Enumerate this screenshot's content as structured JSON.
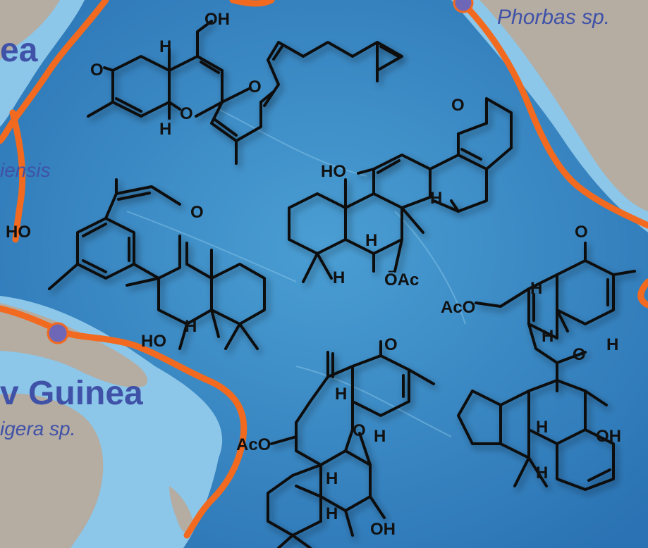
{
  "colors": {
    "ocean_deep": "#2f7fc0",
    "ocean_light": "#6fb3dd",
    "shelf": "#9fd0ec",
    "land": "#b7aea4",
    "plate_boundary": "#f26a1f",
    "location_dot": "#6e67b8",
    "label_blue": "#3f52a8",
    "bond": "#111111"
  },
  "map_labels": {
    "region_partial_top": "ea",
    "species_top_right": "Phorbas sp.",
    "species_left_partial": "iensis",
    "region_bottom_left": "v Guinea",
    "species_bottom_left": "igera sp."
  },
  "atom_labels": {
    "m1": [
      "OH",
      "H",
      "O",
      "O",
      "O",
      "H"
    ],
    "m2": [
      "O",
      "HO",
      "H",
      "H",
      "H",
      "ŌAc"
    ],
    "m3": [
      "O",
      "HO",
      "HO",
      "H"
    ],
    "m4": [
      "O",
      "AcO",
      "H",
      "H",
      "H",
      "O",
      "H",
      "OH",
      "H"
    ],
    "m5": [
      "O",
      "AcO",
      "H",
      "O",
      "H",
      "H",
      "H",
      "OH"
    ]
  }
}
